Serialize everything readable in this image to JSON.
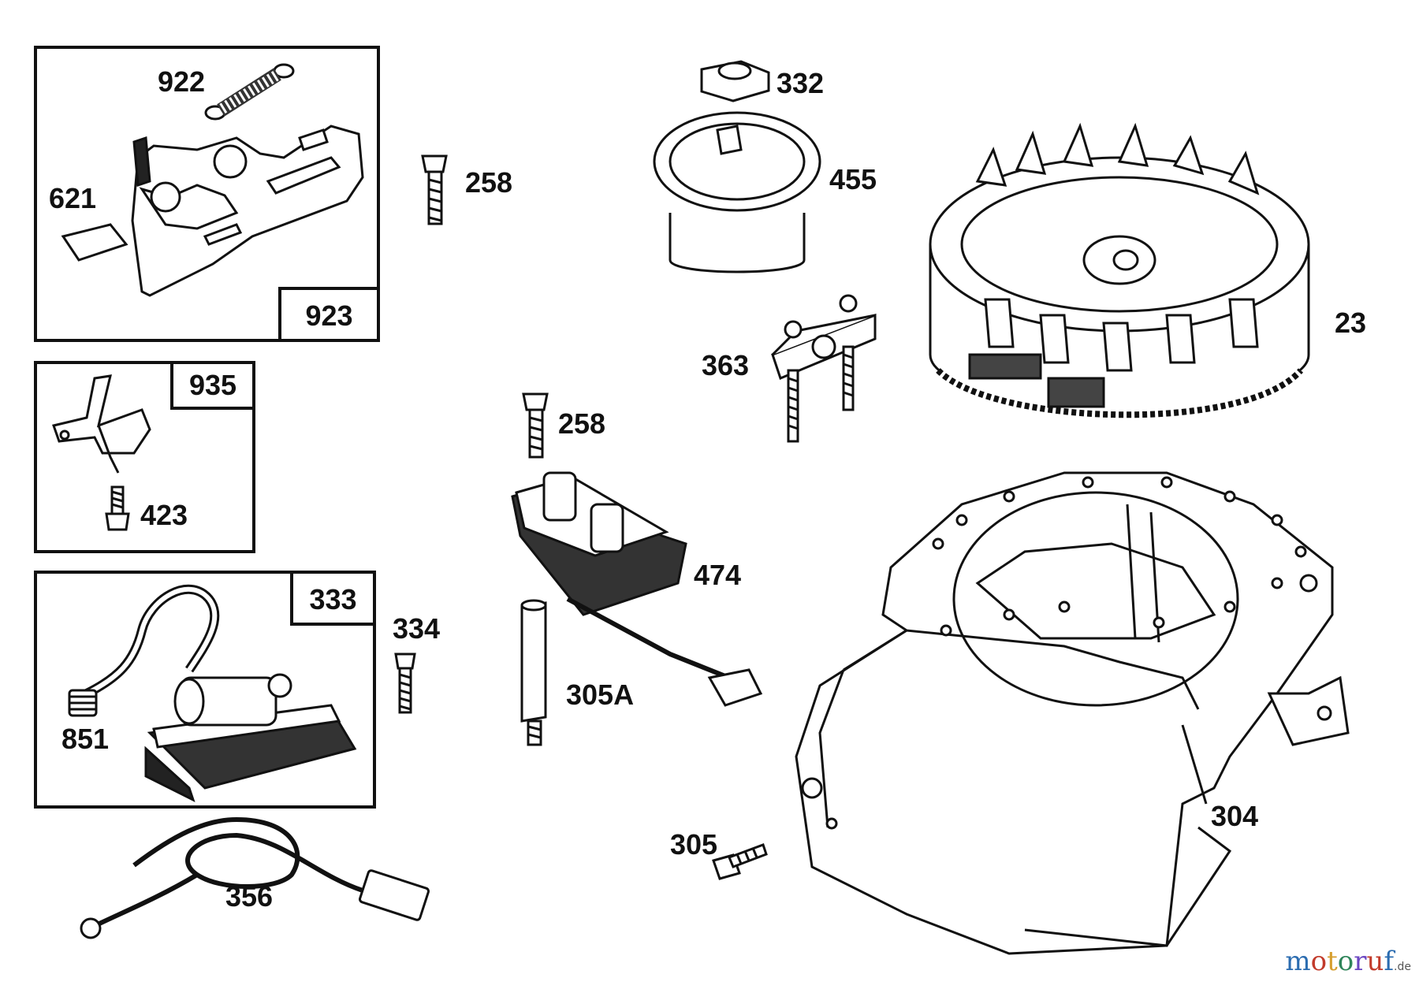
{
  "diagram": {
    "labels": {
      "p922": "922",
      "p621": "621",
      "p923": "923",
      "p935": "935",
      "p423": "423",
      "p333": "333",
      "p851": "851",
      "p334": "334",
      "p356": "356",
      "p258a": "258",
      "p332": "332",
      "p455": "455",
      "p363": "363",
      "p258b": "258",
      "p474": "474",
      "p305A": "305A",
      "p305": "305",
      "p23": "23",
      "p304": "304"
    }
  },
  "watermark": {
    "colored": [
      "m",
      "o",
      "t",
      "o",
      "r",
      "u",
      "f"
    ],
    "colors": [
      "#2b6cb0",
      "#c23b2b",
      "#d69e2e",
      "#2f855a",
      "#6b46c1",
      "#c23b2b",
      "#2b6cb0"
    ],
    "suffix": ".de"
  }
}
